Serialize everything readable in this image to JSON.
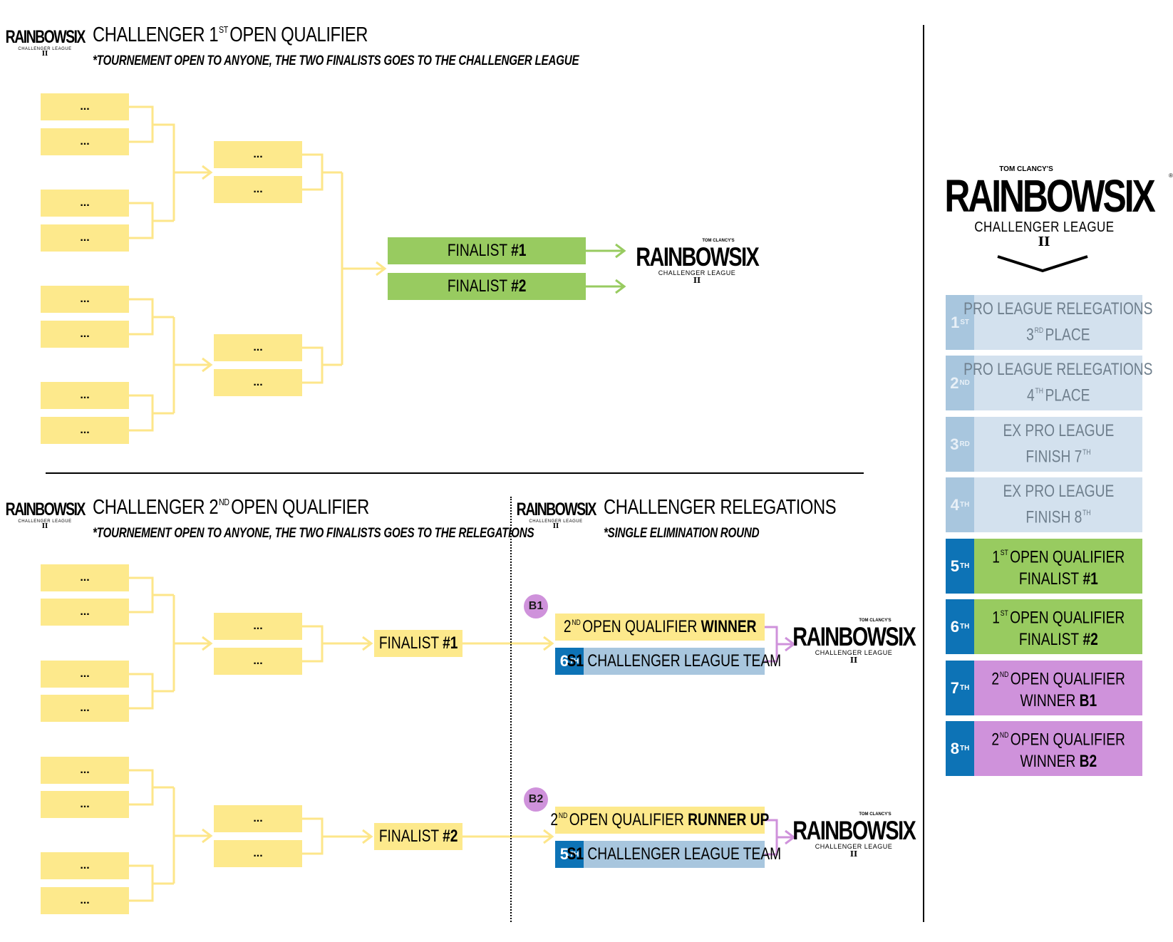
{
  "brand": {
    "publisher": "TOM CLANCY'S",
    "wordmark": "RAINBOWSIX",
    "league": "CHALLENGER LEAGUE",
    "numeral": "II",
    "registered": "®"
  },
  "qualifier1": {
    "title_pre": "CHALLENGER 1",
    "title_sup": "ST",
    "title_post": "OPEN QUALIFIER",
    "subtitle": "*TOURNEMENT OPEN TO ANYONE, THE TWO FINALISTS GOES TO THE CHALLENGER LEAGUE",
    "slot": "...",
    "finalist1": {
      "label": "FINALIST",
      "num": "#1"
    },
    "finalist2": {
      "label": "FINALIST",
      "num": "#2"
    }
  },
  "qualifier2": {
    "title_pre": "CHALLENGER 2",
    "title_sup": "ND",
    "title_post": "OPEN QUALIFIER",
    "subtitle": "*TOURNEMENT OPEN TO ANYONE, THE TWO FINALISTS GOES TO THE RELEGATIONS",
    "slot": "...",
    "finalist1": {
      "label": "FINALIST",
      "num": "#1"
    },
    "finalist2": {
      "label": "FINALIST",
      "num": "#2"
    }
  },
  "relegations": {
    "title": "CHALLENGER RELEGATIONS",
    "subtitle": "*SINGLE ELIMINATION ROUND",
    "b1": {
      "badge": "B1",
      "top_num": "2",
      "top_sup": "ND",
      "top_text": "OPEN QUALIFIER",
      "top_bold": "WINNER",
      "seed_num": "6",
      "seed_sup": "TH",
      "bottom_bold": "S1",
      "bottom_text": "CHALLENGER LEAGUE TEAM"
    },
    "b2": {
      "badge": "B2",
      "top_num": "2",
      "top_sup": "ND",
      "top_text": "OPEN QUALIFIER",
      "top_bold": "RUNNER UP",
      "seed_num": "5",
      "seed_sup": "TH",
      "bottom_bold": "S1",
      "bottom_text": "CHALLENGER LEAGUE TEAM"
    }
  },
  "standings": [
    {
      "num": "1",
      "sup": "ST",
      "l1": "PRO LEAGUE RELEGATIONS",
      "l2n": "3",
      "l2s": "RD",
      "l2t": "PLACE",
      "l2b": ""
    },
    {
      "num": "2",
      "sup": "ND",
      "l1": "PRO LEAGUE RELEGATIONS",
      "l2n": "4",
      "l2s": "TH",
      "l2t": "PLACE",
      "l2b": ""
    },
    {
      "num": "3",
      "sup": "RD",
      "l1": "EX PRO LEAGUE",
      "l2n": "",
      "l2s": "",
      "l2t": "FINISH 7",
      "l2b": "",
      "l2ts": "TH"
    },
    {
      "num": "4",
      "sup": "TH",
      "l1": "EX PRO LEAGUE",
      "l2n": "",
      "l2s": "",
      "l2t": "FINISH 8",
      "l2b": "",
      "l2ts": "TH"
    },
    {
      "num": "5",
      "sup": "TH",
      "l1n": "1",
      "l1s": "ST",
      "l1": "OPEN QUALIFIER",
      "l2t": "FINALIST",
      "l2b": "#1"
    },
    {
      "num": "6",
      "sup": "TH",
      "l1n": "1",
      "l1s": "ST",
      "l1": "OPEN QUALIFIER",
      "l2t": "FINALIST",
      "l2b": "#2"
    },
    {
      "num": "7",
      "sup": "TH",
      "l1n": "2",
      "l1s": "ND",
      "l1": "OPEN QUALIFIER",
      "l2t": "WINNER",
      "l2b": "B1"
    },
    {
      "num": "8",
      "sup": "TH",
      "l1n": "2",
      "l1s": "ND",
      "l1": "OPEN QUALIFIER",
      "l2t": "WINNER",
      "l2b": "B2"
    }
  ],
  "colors": {
    "yellow": "#fde98c",
    "line_yellow": "#fde68a",
    "green": "#98cb60",
    "line_green": "#98cb60",
    "blue": "#a8c6de",
    "seed_blue": "#0d73b6",
    "purple": "#cf92db",
    "light_blue": "#d3e1ee"
  }
}
